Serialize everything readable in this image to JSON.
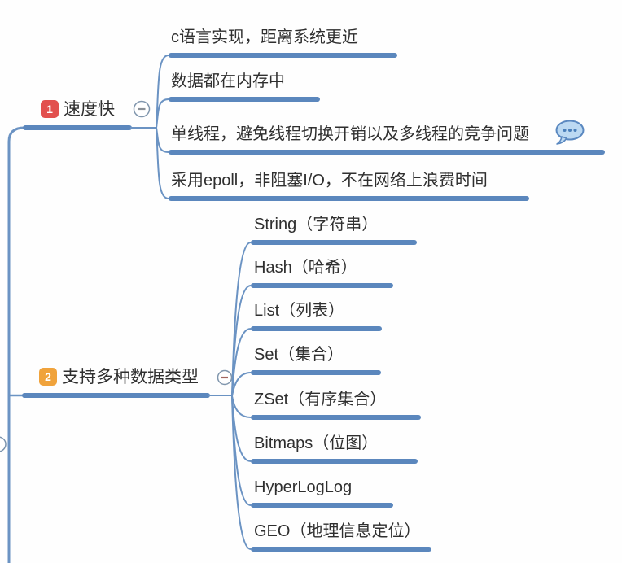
{
  "colors": {
    "branch_line": "#5b87bd",
    "thin_line": "#6b93c3",
    "text": "#2f2f2f",
    "badge_1": "#e2504e",
    "badge_2": "#f0a33c",
    "bubble_fill": "#bcd9f2",
    "bubble_stroke": "#5a88c0",
    "collapse_stroke": "#8096ad",
    "collapse_minus_branch1": "#8a9097",
    "collapse_minus_branch2": "#a2665e"
  },
  "branches": [
    {
      "badge": "1",
      "label": "速度快",
      "collapse_state": "expanded",
      "children": [
        {
          "text": "c语言实现，距离系统更近"
        },
        {
          "text": "数据都在内存中"
        },
        {
          "text": "单线程，避免线程切换开销以及多线程的竞争问题",
          "icon": "comment-bubble-icon"
        },
        {
          "text": "采用epoll，非阻塞I/O，不在网络上浪费时间"
        }
      ]
    },
    {
      "badge": "2",
      "label": "支持多种数据类型",
      "collapse_state": "expanded",
      "children": [
        {
          "text": "String（字符串）"
        },
        {
          "text": "Hash（哈希）"
        },
        {
          "text": "List（列表）"
        },
        {
          "text": "Set（集合）"
        },
        {
          "text": "ZSet（有序集合）"
        },
        {
          "text": "Bitmaps（位图）"
        },
        {
          "text": "HyperLogLog"
        },
        {
          "text": "GEO（地理信息定位）"
        }
      ]
    }
  ]
}
